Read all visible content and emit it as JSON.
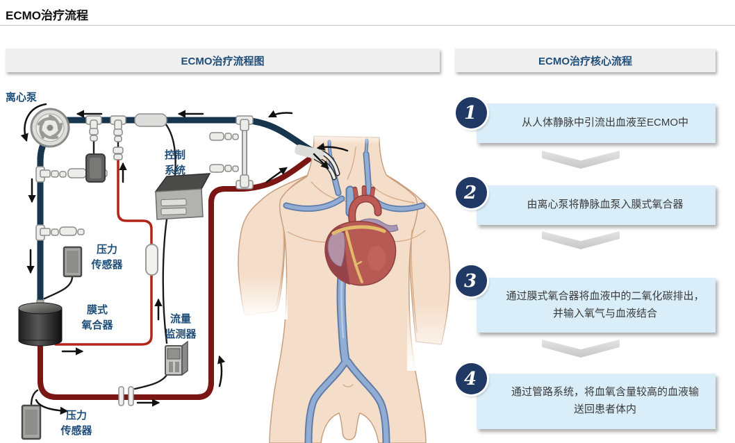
{
  "page": {
    "title": "ECMO治疗流程"
  },
  "left_panel": {
    "header": "ECMO治疗流程图",
    "labels": {
      "pump": "离心泵",
      "control_1": "控制",
      "control_2": "系统",
      "pressure_top_1": "压力",
      "pressure_top_2": "传感器",
      "oxygenator_1": "膜式",
      "oxygenator_2": "氧合器",
      "flow_1": "流量",
      "flow_2": "监测器",
      "pressure_bottom_1": "压力",
      "pressure_bottom_2": "传感器"
    }
  },
  "right_panel": {
    "header": "ECMO治疗核心流程",
    "steps": [
      {
        "number": "1",
        "line1": "从人体静脉中引流出血液至ECMO中",
        "line2": ""
      },
      {
        "number": "2",
        "line1": "由离心泵将静脉血泵入膜式氧合器",
        "line2": ""
      },
      {
        "number": "3",
        "line1": "通过膜式氧合器将血液中的二氧化碳排出，",
        "line2": "并输入氧气与血液结合"
      },
      {
        "number": "4",
        "line1": "通过管路系统，将血氧含量较高的血液输",
        "line2": "送回患者体内"
      }
    ]
  },
  "colors": {
    "accent_navy": "#1F4E79",
    "step_circle_navy": "#1F3864",
    "step_box_blue": "#D9EEF8",
    "header_gray": "#EFEFEF",
    "chevron_gray": "#D2D2D2",
    "tube_blue": "#5F88AB",
    "tube_red": "#D23B2A",
    "skin": "#F5DEC9",
    "vein_blue": "#92ADD4"
  }
}
